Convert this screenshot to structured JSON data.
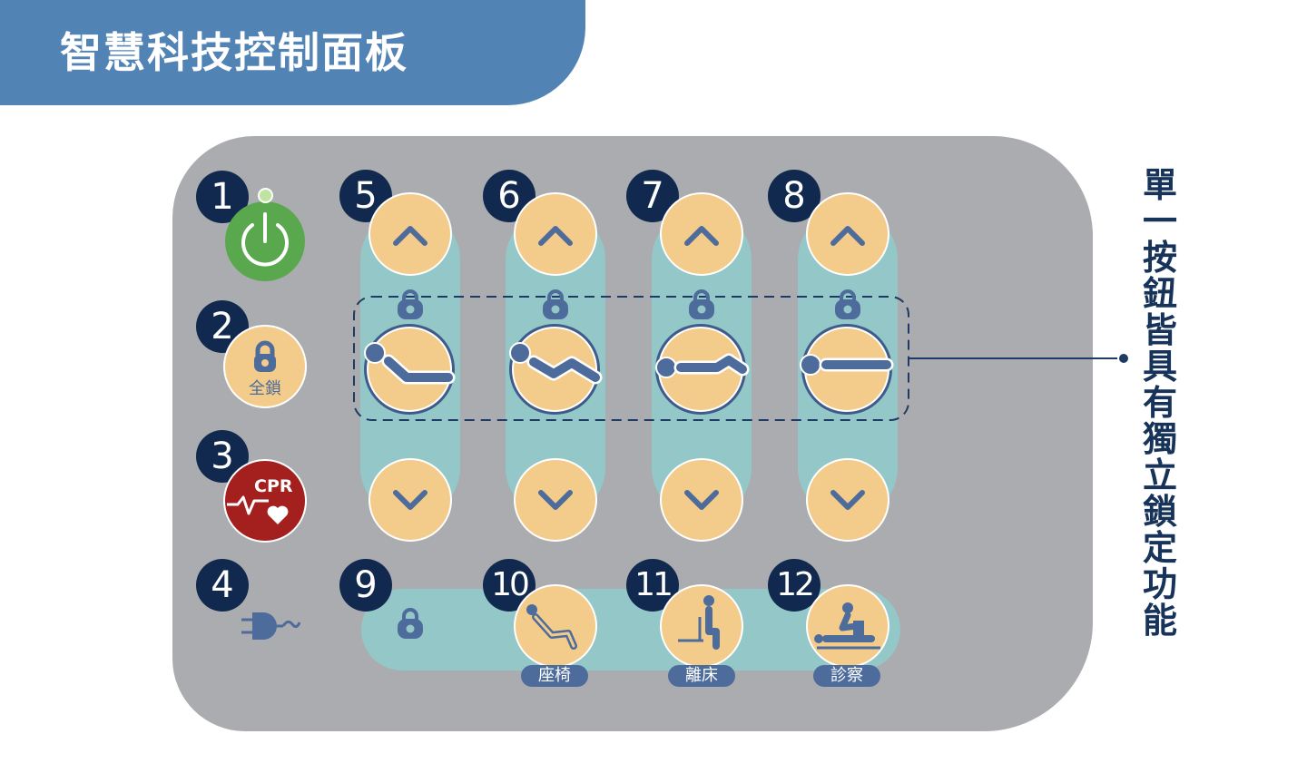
{
  "header": {
    "title": "智慧科技控制面板"
  },
  "callout": {
    "text": "單一按鈕皆具有獨立鎖定功能"
  },
  "panel": {
    "numbers": [
      "1",
      "2",
      "3",
      "4",
      "5",
      "6",
      "7",
      "8",
      "9",
      "10",
      "11",
      "12"
    ],
    "lock_all_label": "全鎖",
    "cpr_label": "CPR",
    "chair_label": "座椅",
    "exit_bed_label": "離床",
    "exam_label": "診察"
  },
  "colors": {
    "banner": "#5283b5",
    "panel": "#abacaf",
    "rail": "#93c7c8",
    "button": "#f3cc8b",
    "icon": "#4d6c9b",
    "number_badge": "#12294f",
    "power": "#5aa84e",
    "cpr": "#a3201f"
  },
  "icons": [
    "power-icon",
    "lock-icon",
    "cpr-heart-icon",
    "plug-icon",
    "chevron-up-icon",
    "chevron-down-icon",
    "bed-head-up-icon",
    "bed-knee-icon",
    "bed-leg-up-icon",
    "bed-flat-icon",
    "chair-icon",
    "stand-up-icon",
    "exam-icon"
  ]
}
